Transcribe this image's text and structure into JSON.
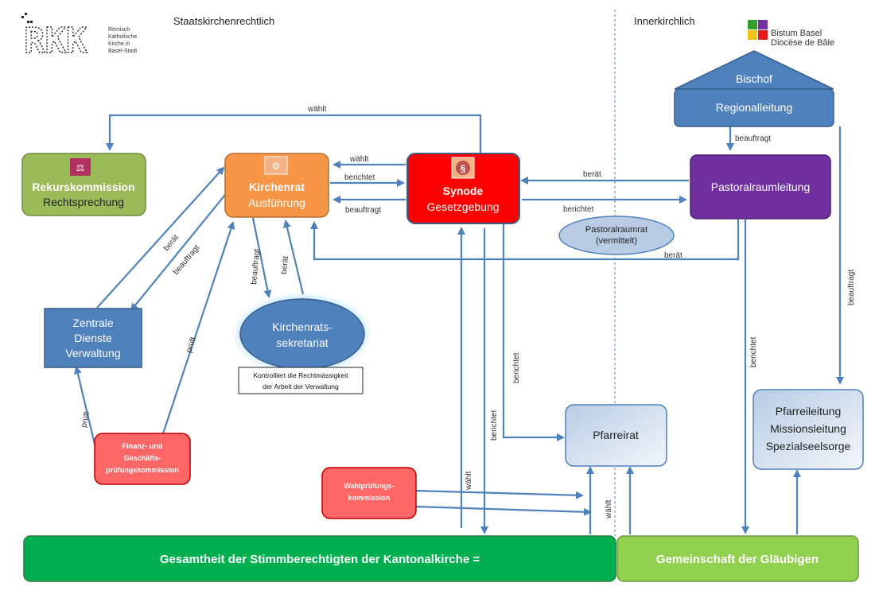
{
  "header": {
    "logo_letters": "RKK",
    "logo_text": [
      "Römisch",
      "Katholische",
      "Kirche in",
      "Basel-Stadt"
    ],
    "left_section": "Staatskirchenrechtlich",
    "right_section": "Innerkirchlich",
    "bistum": [
      "Bistum Basel",
      "Diocèse de Bâle"
    ]
  },
  "nodes": {
    "bischof": "Bischof",
    "regionalleitung": "Regionalleitung",
    "rekurskommission": {
      "title": "Rekurskommission",
      "subtitle": "Rechtsprechung"
    },
    "kirchenrat": {
      "title": "Kirchenrat",
      "subtitle": "Ausführung"
    },
    "synode": {
      "title": "Synode",
      "subtitle": "Gesetzgebung"
    },
    "pastoralraumleitung": "Pastoralraumleitung",
    "pastoralraumrat": [
      "Pastoralraumrat",
      "(vermittelt)"
    ],
    "zentrale_dienste": [
      "Zentrale",
      "Dienste",
      "Verwaltung"
    ],
    "sekretariat": [
      "Kirchenrats-",
      "sekretariat"
    ],
    "sekretariat_note": [
      "Kontrolliert die Rechtmässigkeit",
      "der Arbeit der Verwaltung"
    ],
    "finanz": [
      "Finanz- und",
      "Geschäfts-",
      "prüfungskommission"
    ],
    "wahl": [
      "Wahlprüfungs-",
      "kommission"
    ],
    "pfarreirat": "Pfarreirat",
    "pfarreileitung": [
      "Pfarreileitung",
      "Missionsleitung",
      "Spezialseelsorge"
    ],
    "stimmberechtigte": "Gesamtheit der Stimmberechtigten der Kantonalkirche =",
    "glaeubige": "Gemeinschaft der Gläubigen"
  },
  "edge_labels": {
    "waehlt_top": "wählt",
    "waehlt_kr": "wählt",
    "berichtet_kr": "berichtet",
    "beauftragt_kr": "beauftragt",
    "beraet_pr": "berät",
    "berichtet_pr": "berichtet",
    "beauftragt_reg": "beauftragt",
    "beraet_long": "berät",
    "beraet_zd": "berät",
    "beauftragt_zd": "beauftragt",
    "prueft_kr": "prüft",
    "prueft_zd": "prüft",
    "beauftragt_sek": "beauftragt",
    "beraet_sek": "berät",
    "berichtet_pfarr": "berichtet",
    "berichtet_stimm": "berichtet",
    "waehlt_syn": "wählt",
    "berichtet_pl": "berichtet",
    "beauftragt_bischof": "beauftragt",
    "waehlt_pfarr": "wählt"
  },
  "colors": {
    "arrow": "#4f81bd",
    "blue_box": "#4f81bd",
    "purple": "#7030a0",
    "orange": "#f79646",
    "red": "#ff0000",
    "light_red": "#ff6666",
    "olive": "#9bbb59",
    "dark_green": "#00b050",
    "light_green": "#92d050"
  },
  "icons": [
    "balance-scale-icon",
    "gears-icon",
    "paragraph-icon"
  ]
}
